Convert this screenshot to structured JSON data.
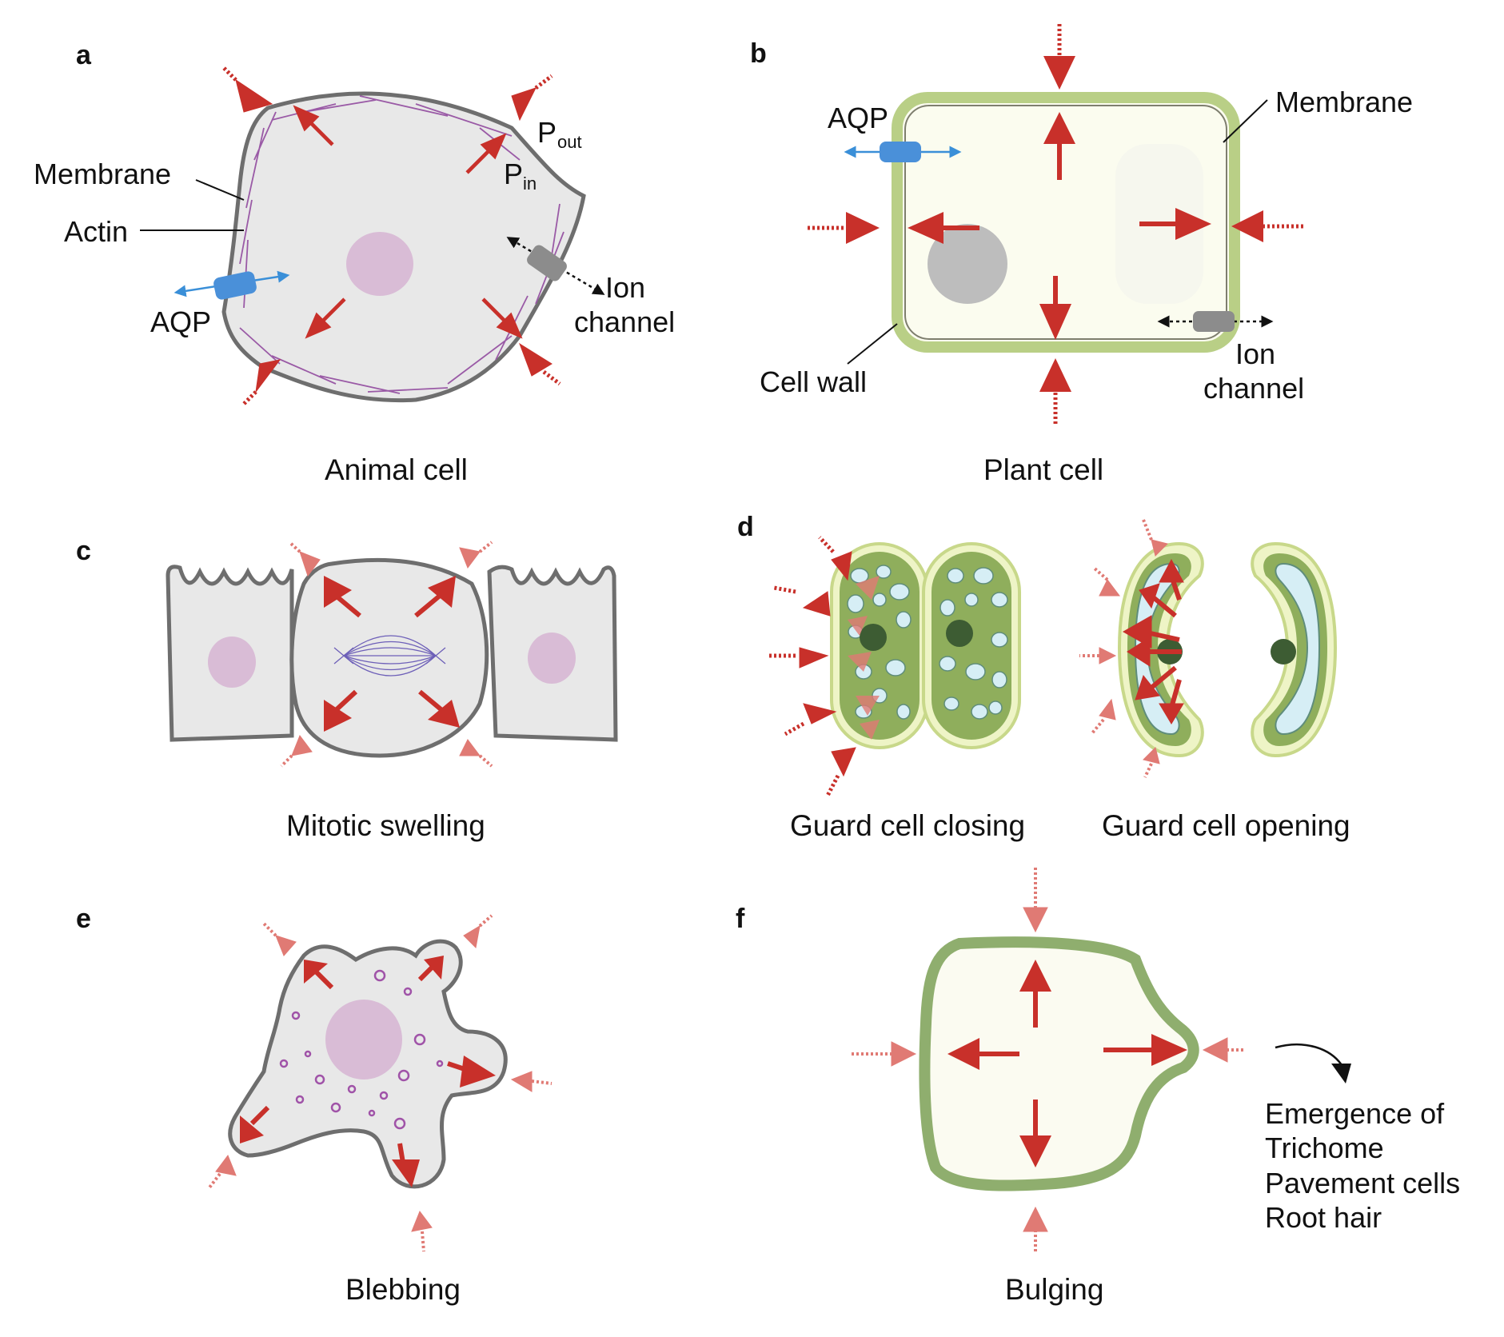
{
  "panels": {
    "a": {
      "letter": "a",
      "caption": "Animal cell",
      "membrane": "Membrane",
      "actin": "Actin",
      "aqp": "AQP",
      "p_out": "P",
      "p_out_sub": "out",
      "p_in": "P",
      "p_in_sub": "in",
      "ion_channel_1": "Ion",
      "ion_channel_2": "channel"
    },
    "b": {
      "letter": "b",
      "caption": "Plant cell",
      "aqp": "AQP",
      "membrane": "Membrane",
      "cell_wall": "Cell wall",
      "ion_channel_1": "Ion",
      "ion_channel_2": "channel"
    },
    "c": {
      "letter": "c",
      "caption": "Mitotic swelling"
    },
    "d": {
      "letter": "d",
      "caption_closing": "Guard cell closing",
      "caption_opening": "Guard cell opening"
    },
    "e": {
      "letter": "e",
      "caption": "Blebbing"
    },
    "f": {
      "letter": "f",
      "caption": "Bulging",
      "emergence_lines": [
        "Emergence of",
        "Trichome",
        "Pavement cells",
        "Root hair"
      ]
    }
  },
  "colors": {
    "arrow_red": "#c8302a",
    "arrow_light": "#e07a74",
    "cell_grey": "#e8e8e8",
    "membrane_grey": "#6e6e6e",
    "nucleus_pink": "#d9bcd6",
    "actin_purple": "#9a5aa6",
    "aqp_blue": "#4a90d9",
    "plant_wall": "#b9cf86",
    "plant_fill": "#fbfcef",
    "guard_green": "#8fae5c",
    "vacuole_blue": "#d6eef5",
    "bulge_wall": "#8fae6e"
  }
}
